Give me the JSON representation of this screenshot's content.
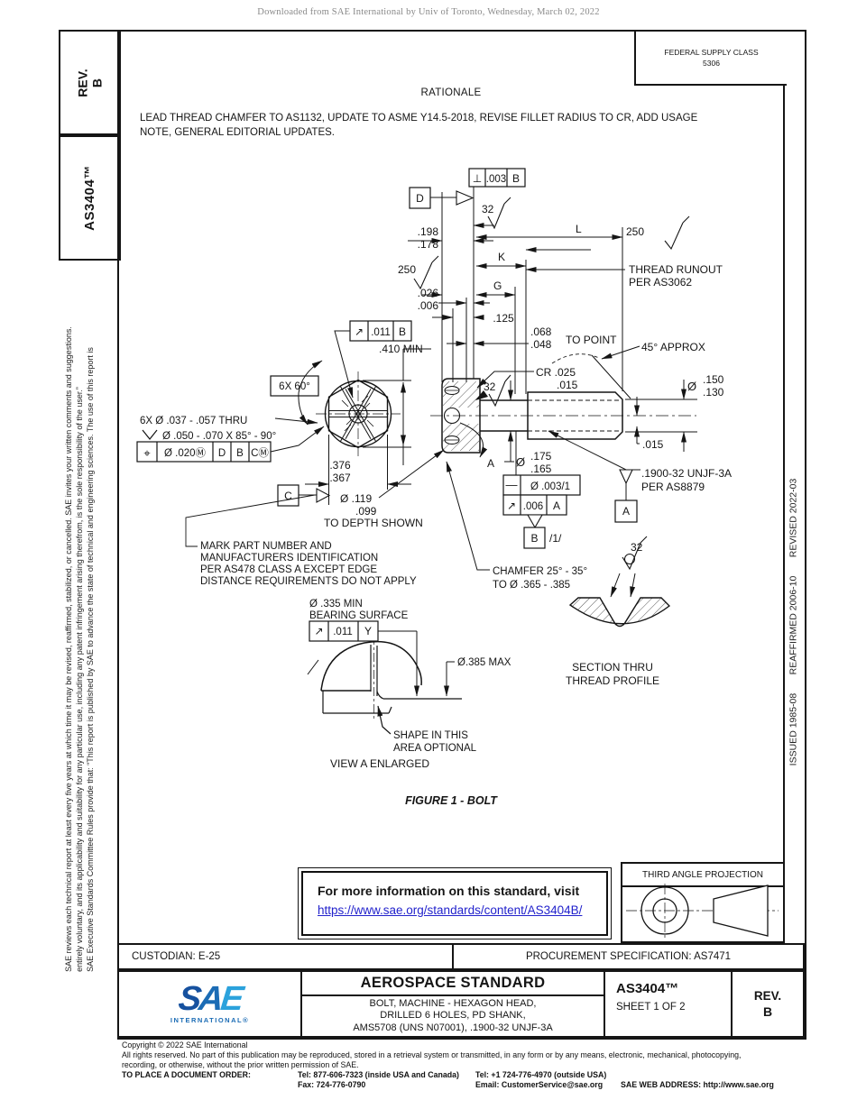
{
  "banner": "Downloaded from SAE International by Univ of Toronto, Wednesday, March 02, 2022",
  "left_margin": {
    "rev_line1": "REV.",
    "rev_line2": "B",
    "doc_number": "AS3404™",
    "lines_left_to_right": [
      "SAE reviews each technical report at least every five years at which time it may be revised, reaffirmed, stabilized, or cancelled. SAE invites your written comments and suggestions.",
      "entirely voluntary, and its applicability and suitability for any particular use, including any patent infringement arising therefrom, is the sole responsibility of the user.”",
      "SAE Executive Standards Committee Rules provide that: “This report is published by SAE to advance the state of technical and engineering sciences. The use of this report is"
    ]
  },
  "right_margin": {
    "history": "ISSUED 1985-08       REAFFIRMED 2006-10       REVISED 2022-03"
  },
  "header": {
    "fsc_line1": "FEDERAL SUPPLY CLASS",
    "fsc_line2": "5306",
    "rationale_title": "RATIONALE",
    "rationale_line1": "LEAD THREAD CHAMFER TO AS1132, UPDATE TO ASME Y14.5-2018, REVISE FILLET RADIUS TO CR, ADD USAGE",
    "rationale_line2": "NOTE, GENERAL EDITORIAL UPDATES."
  },
  "drawing": {
    "fcf_perp": {
      "sym": "⊥",
      "tol": ".003",
      "datum": "B"
    },
    "datum_d": "D",
    "datum_c": "C",
    "datum_a": "A",
    "datum_b": "B",
    "flagnote": "/1/",
    "finish_32": "32",
    "finish_250": "250",
    "dim_l": "L",
    "dim_k": "K",
    "dim_g": "G",
    "lim_198": ".198",
    "lim_178": ".178",
    "lim_026": ".026",
    "lim_006": ".006",
    "basic_125": ".125",
    "lim_068": ".068",
    "lim_048": ".048",
    "to_point": "TO POINT",
    "thread_runout1": "THREAD RUNOUT",
    "thread_runout2": "PER AS3062",
    "fcf_runout_b": {
      "sym": "↗",
      "tol": ".011",
      "datum": "B"
    },
    "min_410": ".410 MIN",
    "approx45": "45° APPROX",
    "hex_6x60": "6X 60°",
    "cr1": "CR .025",
    "cr2": ".015",
    "dia_sym": "Ø",
    "point_150": ".150",
    "point_130": ".130",
    "holes_thru": "6X Ø .037 - .057 THRU",
    "csink": "Ø .050 - .070 X 85° - 90°",
    "fcf_pos": {
      "sym": "⌖",
      "tol_m": "Ø .020Ⓜ",
      "d1": "D",
      "d2": "B",
      "d3m": "CⓂ"
    },
    "tip_015": ".015",
    "lim_376": ".376",
    "lim_367": ".367",
    "shank_175": ".175",
    "shank_165": ".165",
    "thread1": ".1900-32 UNJF-3A",
    "thread2": "PER AS8879",
    "fcf_straight": {
      "sym": "—",
      "tol": "Ø .003/1"
    },
    "fcf_runout_a": {
      "sym": "↗",
      "tol": ".006",
      "datum": "A"
    },
    "hole_119": "Ø .119",
    "hole_099": ".099",
    "to_depth": "TO DEPTH SHOWN",
    "mark_note": [
      "MARK PART NUMBER AND",
      "MANUFACTURERS IDENTIFICATION",
      "PER AS478 CLASS A EXCEPT EDGE",
      "DISTANCE REQUIREMENTS DO NOT APPLY"
    ],
    "chamfer1": "CHAMFER 25° - 35°",
    "chamfer2": "TO Ø .365 - .385",
    "bearing1": "Ø .335 MIN",
    "bearing2": "BEARING SURFACE",
    "fcf_runout_y": {
      "sym": "↗",
      "tol": ".011",
      "datum": "Y"
    },
    "max_385": "Ø.385 MAX",
    "section1": "SECTION THRU",
    "section2": "THREAD PROFILE",
    "shape1": "SHAPE IN THIS",
    "shape2": "AREA OPTIONAL",
    "view_a": "VIEW A ENLARGED"
  },
  "figure_caption": "FIGURE 1 - BOLT",
  "info_box": {
    "line1": "For more information on this standard, visit",
    "link": "https://www.sae.org/standards/content/AS3404B/"
  },
  "projection": {
    "label": "THIRD ANGLE PROJECTION"
  },
  "custodian_row": {
    "custodian": "CUSTODIAN: E-25",
    "procurement": "PROCUREMENT SPECIFICATION: AS7471"
  },
  "title_block": {
    "logo_s": "S",
    "logo_a": "A",
    "logo_e": "E",
    "logo_sub": "INTERNATIONAL®",
    "doc_type": "AEROSPACE STANDARD",
    "title_line1": "BOLT, MACHINE - HEXAGON HEAD,",
    "title_line2": "DRILLED 6 HOLES, PD SHANK,",
    "title_line3": "AMS5708 (UNS N07001), .1900-32 UNJF-3A",
    "doc_number": "AS3404™",
    "sheet": "SHEET 1 OF 2",
    "rev_label": "REV.",
    "rev_value": "B"
  },
  "footer": {
    "copyright": "Copyright © 2022 SAE International",
    "rights1": "All rights reserved. No part of this publication may be reproduced, stored in a retrieval system or transmitted, in any form or by any means, electronic, mechanical, photocopying,",
    "rights2": "recording, or otherwise, without the prior written permission of SAE.",
    "order_label": "TO PLACE A DOCUMENT ORDER:",
    "tel_inside": "Tel: 877-606-7323 (inside USA and Canada)",
    "tel_outside": "Tel: +1 724-776-4970 (outside USA)",
    "fax": "Fax: 724-776-0790",
    "email": "Email: CustomerService@sae.org",
    "web": "SAE WEB ADDRESS: http://www.sae.org"
  },
  "colors": {
    "link_blue": "#2222cc",
    "sae_blue_dark": "#16519f",
    "sae_blue_light": "#2ba2dc",
    "banner_gray": "#8a8a8a"
  }
}
